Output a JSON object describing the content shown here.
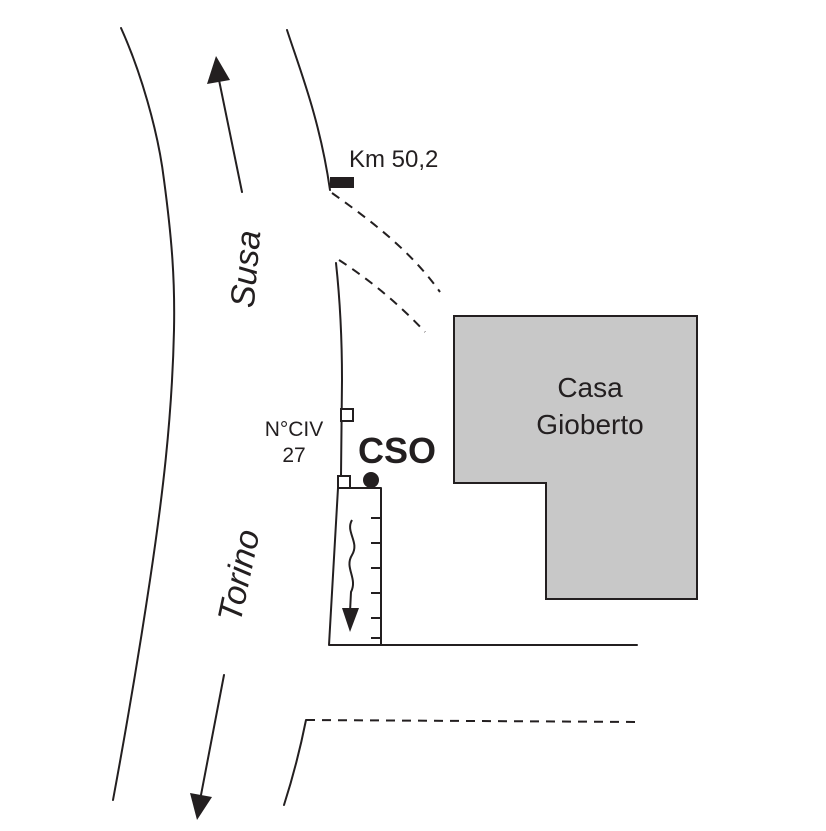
{
  "map": {
    "road_direction_north": "Susa",
    "road_direction_south": "Torino",
    "km_marker": "Km 50,2",
    "building_name_line1": "Casa",
    "building_name_line2": "Gioberto",
    "station_label": "CSO",
    "civic_label_line1": "N°CIV",
    "civic_label_line2": "27",
    "colors": {
      "line": "#231f20",
      "building_fill": "#c8c8c8"
    }
  }
}
